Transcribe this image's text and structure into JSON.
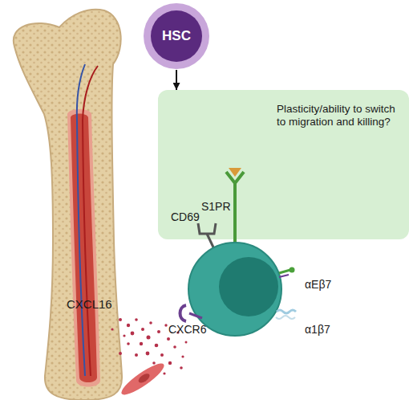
{
  "diagram": {
    "nodes": [
      {
        "text": [
          "HSC"
        ]
      },
      {
        "text": [
          "Plasticity/ability to switch to migration and killing?"
        ]
      }
    ],
    "edges": [
      {
        "from": 0,
        "to": 1,
        "arrow": "to"
      }
    ],
    "labels": [
      "CD69",
      "S1PR",
      "αEβ7",
      "α1β7",
      "CXCL16",
      "CXCR6"
    ]
  }
}
